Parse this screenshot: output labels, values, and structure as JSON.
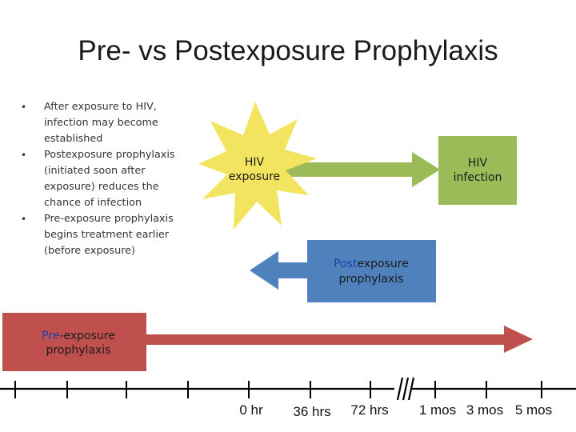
{
  "title": "Pre- vs Postexposure Prophylaxis",
  "bullets": [
    "After exposure to HIV, infection may become established",
    "Postexposure prophylaxis (initiated soon after exposure) reduces the chance of infection",
    "Pre-exposure prophylaxis begins treatment earlier (before exposure)"
  ],
  "hiv_exposure": {
    "line1": "HIV",
    "line2": "exposure"
  },
  "hiv_infection": {
    "line1": "HIV",
    "line2": "infection"
  },
  "postexposure": {
    "prefix": "Post",
    "suffix": "exposure",
    "line2": "prophylaxis"
  },
  "preexposure": {
    "prefix": "Pre",
    "suffix": "-exposure",
    "line2": "prophylaxis"
  },
  "timeline_labels": [
    "0 hr",
    "36 hrs",
    "72 hrs",
    "1 mos",
    "3 mos",
    "5 mos"
  ],
  "colors": {
    "green": "#9bbb59",
    "blue": "#4f81bd",
    "red": "#c0504d",
    "yellow_burst": "#f2e45f",
    "text_blue": "#1f3fae"
  }
}
